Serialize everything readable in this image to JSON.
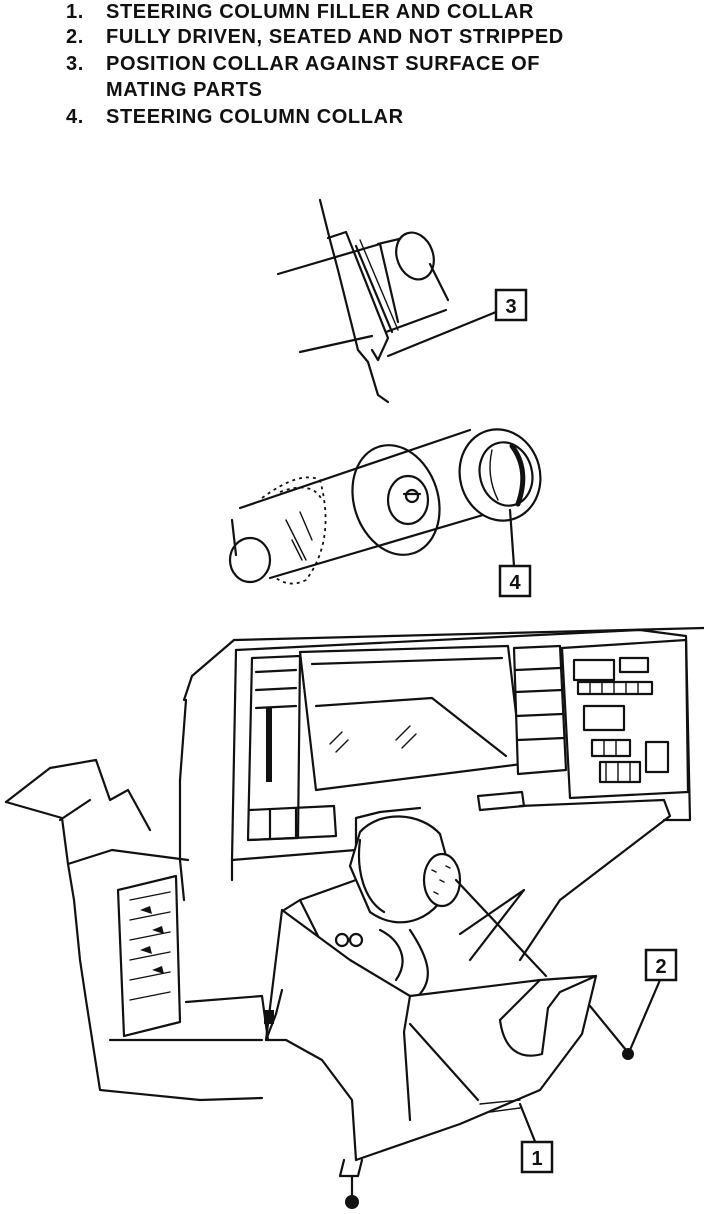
{
  "legend": [
    {
      "number": "1.",
      "text": "STEERING COLUMN FILLER AND COLLAR"
    },
    {
      "number": "2.",
      "text": "FULLY DRIVEN, SEATED AND NOT STRIPPED"
    },
    {
      "number": "3.",
      "text": "POSITION COLLAR AGAINST SURFACE OF"
    },
    {
      "number": "",
      "text": "MATING PARTS"
    },
    {
      "number": "4.",
      "text": "STEERING COLUMN COLLAR"
    }
  ],
  "callouts": {
    "c1": "1",
    "c2": "2",
    "c3": "3",
    "c4": "4"
  }
}
